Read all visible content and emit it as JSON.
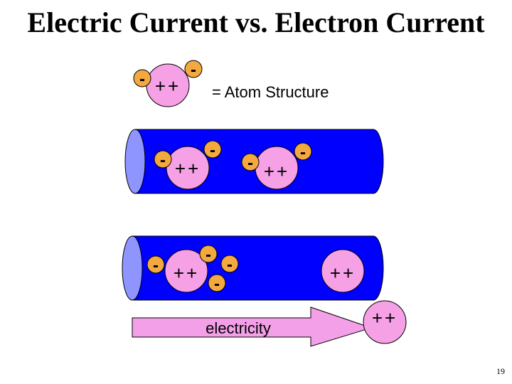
{
  "slide": {
    "title": "Electric Current vs. Electron Current",
    "page_number": "19"
  },
  "legend": {
    "label": "= Atom Structure"
  },
  "symbols": {
    "electron": "-",
    "nucleus": "++"
  },
  "arrow": {
    "label": "electricity"
  },
  "colors": {
    "wire_body": "#0000ff",
    "wire_end": "#8f95ff",
    "nucleus": "#f6a0e6",
    "electron": "#f4a840",
    "arrow": "#f4a0e8"
  }
}
